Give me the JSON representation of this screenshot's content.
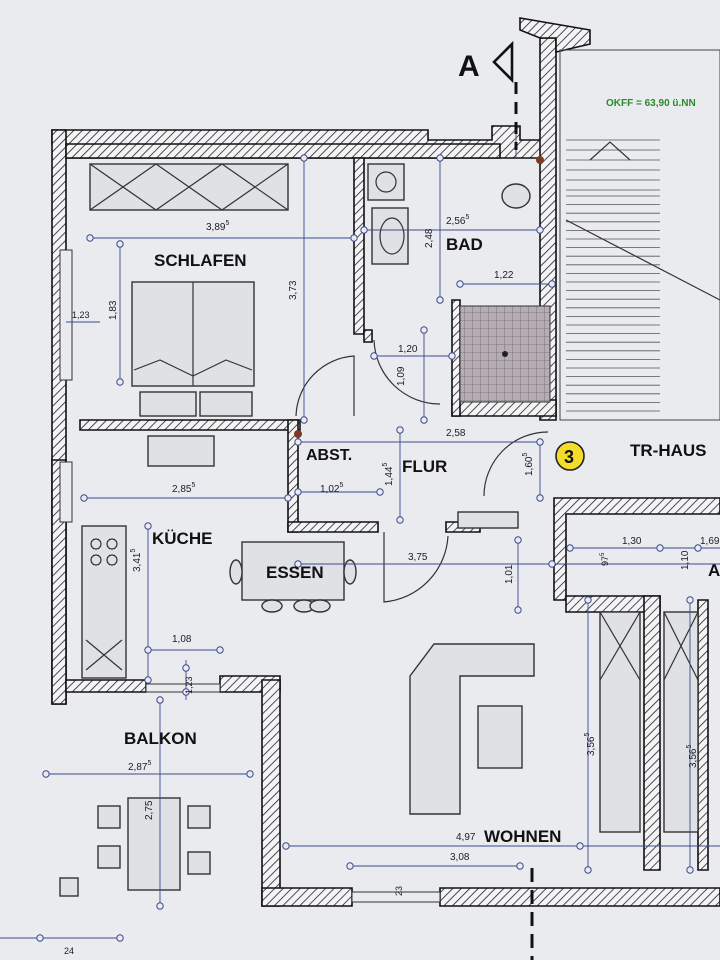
{
  "section_marker": "A",
  "level_label": "OKFF = 63,90 ü.NN",
  "stair_number": "3",
  "rooms": {
    "schlafen": "SCHLAFEN",
    "bad": "BAD",
    "abst": "ABST.",
    "flur": "FLUR",
    "kueche": "KÜCHE",
    "essen": "ESSEN",
    "balkon": "BALKON",
    "wohnen": "WOHNEN",
    "tr_haus": "TR-HAUS",
    "neighbour": "A"
  },
  "dimensions": {
    "schlafen_width": "3,89",
    "schlafen_depth": "3,73",
    "window_left": "1,83",
    "window_left_sill": "1,23",
    "bad_width": "2,56",
    "bad_depth": "2,48",
    "shower_width": "1,22",
    "door_schlafen": "1,20",
    "door_bad": "1,09",
    "flur_width": "2,58",
    "flur_depth": "1,60",
    "abst_width": "1,02",
    "abst_depth": "1,44",
    "kueche_width": "2,85",
    "kueche_depth": "3,41",
    "kueche_window": "1,08",
    "kueche_sill": "1,23",
    "flur_to_wohnen": "3,75",
    "wohnen_opening": "1,01",
    "tr_right_1": "1,30",
    "tr_right_2": "1,10",
    "tr_right_3": "1,69",
    "tr_right_small": "97",
    "balkon_width": "2,87",
    "balkon_depth": "2,75",
    "wohnen_right": "3,56",
    "wohnen_far_right": "3,56",
    "wohnen_width": "4,97",
    "wohnen_window": "3,08",
    "wohnen_sill": "23",
    "bottom_left": "24"
  },
  "superscripts": {
    "five": "5"
  },
  "colors": {
    "wall_outline": "#111111",
    "dimension_line": "#3b4a8f",
    "level_text": "#2c8a2c",
    "stair_badge": "#f2dd2b",
    "shower_tile": "#a8a0a4",
    "paper": "#e9ebef"
  }
}
